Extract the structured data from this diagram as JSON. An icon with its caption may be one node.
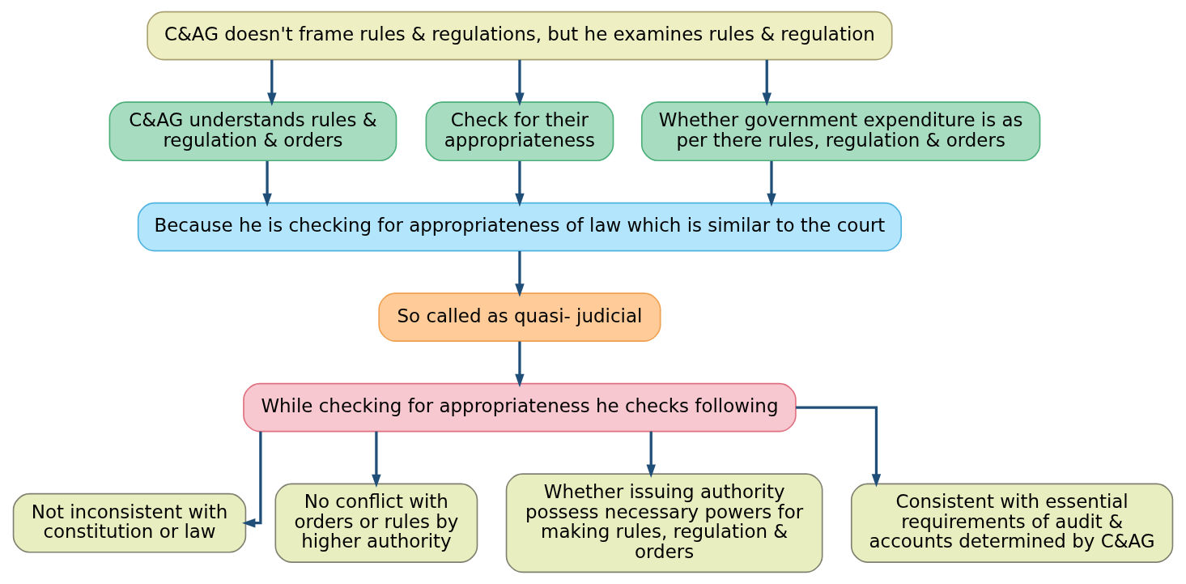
{
  "diagram": {
    "nodes": [
      {
        "text": [
          "C&AG doesn't frame rules & regulations, but he examines rules & regulation"
        ]
      },
      {
        "text": [
          "C&AG understands rules & regulation & orders"
        ]
      },
      {
        "text": [
          "Check for their appropriateness"
        ]
      },
      {
        "text": [
          "Whether government expenditure is as per there rules, regulation & orders"
        ]
      },
      {
        "text": [
          "Because he is checking for appropriateness of law which is similar to the court"
        ]
      },
      {
        "text": [
          "So called as quasi- judicial"
        ]
      },
      {
        "text": [
          "While checking for appropriateness he checks following"
        ]
      },
      {
        "text": [
          "Not inconsistent with constitution or law"
        ]
      },
      {
        "text": [
          "No conflict with orders or rules by higher authority"
        ]
      },
      {
        "text": [
          "Whether issuing authority possess necessary powers for making rules, regulation & orders"
        ]
      },
      {
        "text": [
          "Consistent with essential requirements of audit & accounts determined by C&AG"
        ]
      }
    ],
    "edges": [
      {
        "from": 0,
        "to": 1,
        "arrow": "to"
      },
      {
        "from": 0,
        "to": 2,
        "arrow": "to"
      },
      {
        "from": 0,
        "to": 3,
        "arrow": "to"
      },
      {
        "from": 1,
        "to": 4,
        "arrow": "to"
      },
      {
        "from": 2,
        "to": 4,
        "arrow": "to"
      },
      {
        "from": 3,
        "to": 4,
        "arrow": "to"
      },
      {
        "from": 4,
        "to": 5,
        "arrow": "to"
      },
      {
        "from": 5,
        "to": 6,
        "arrow": "to"
      },
      {
        "from": 6,
        "to": 7,
        "arrow": "to"
      },
      {
        "from": 6,
        "to": 8,
        "arrow": "to"
      },
      {
        "from": 6,
        "to": 9,
        "arrow": "to"
      },
      {
        "from": 6,
        "to": 10,
        "arrow": "to"
      }
    ]
  }
}
